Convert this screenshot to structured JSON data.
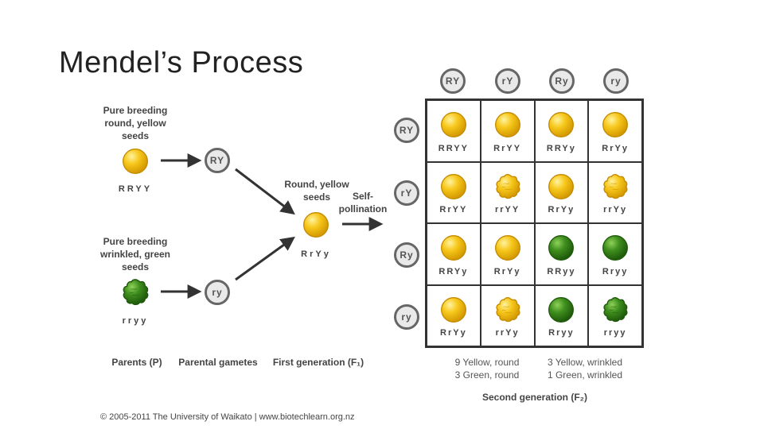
{
  "title": "Mendel’s Process",
  "parent1": {
    "label_lines": [
      "Pure breeding",
      "round, yellow",
      "seeds"
    ],
    "genotype": "RRYY",
    "gamete": "RY"
  },
  "parent2": {
    "label_lines": [
      "Pure breeding",
      "wrinkled, green",
      "seeds"
    ],
    "genotype": "rryy",
    "gamete": "ry"
  },
  "f1": {
    "label_lines": [
      "Round, yellow",
      "seeds"
    ],
    "genotype": "RrYy",
    "self_lines": [
      "Self-",
      "pollination"
    ]
  },
  "bottom_labels": {
    "parents": "Parents (P)",
    "gametes": "Parental gametes",
    "f1": "First generation (F₁)",
    "f2": "Second generation (F₂)"
  },
  "punnett": {
    "col_gametes": [
      "RY",
      "rY",
      "Ry",
      "ry"
    ],
    "row_gametes": [
      "RY",
      "rY",
      "Ry",
      "ry"
    ],
    "cells": [
      [
        {
          "genotype": "RRYY",
          "seed": "yellow-round"
        },
        {
          "genotype": "RrYY",
          "seed": "yellow-round"
        },
        {
          "genotype": "RRYy",
          "seed": "yellow-round"
        },
        {
          "genotype": "RrYy",
          "seed": "yellow-round"
        }
      ],
      [
        {
          "genotype": "RrYY",
          "seed": "yellow-round"
        },
        {
          "genotype": "rrYY",
          "seed": "yellow-wrinkled"
        },
        {
          "genotype": "RrYy",
          "seed": "yellow-round"
        },
        {
          "genotype": "rrYy",
          "seed": "yellow-wrinkled"
        }
      ],
      [
        {
          "genotype": "RRYy",
          "seed": "yellow-round"
        },
        {
          "genotype": "RrYy",
          "seed": "yellow-round"
        },
        {
          "genotype": "RRyy",
          "seed": "green-round"
        },
        {
          "genotype": "Rryy",
          "seed": "green-round"
        }
      ],
      [
        {
          "genotype": "RrYy",
          "seed": "yellow-round"
        },
        {
          "genotype": "rrYy",
          "seed": "yellow-wrinkled"
        },
        {
          "genotype": "Rryy",
          "seed": "green-round"
        },
        {
          "genotype": "rryy",
          "seed": "green-wrinkled"
        }
      ]
    ]
  },
  "summary": {
    "left": [
      "9 Yellow, round",
      "3 Green, round"
    ],
    "right": [
      "3 Yellow, wrinkled",
      "1 Green, wrinkled"
    ]
  },
  "copyright": "© 2005-2011 The University of Waikato | www.biotechlearn.org.nz",
  "colors": {
    "yellow": "#f5c518",
    "green": "#3f8f1e",
    "gamete_bg": "#e9e9e9",
    "gamete_border": "#666666"
  }
}
